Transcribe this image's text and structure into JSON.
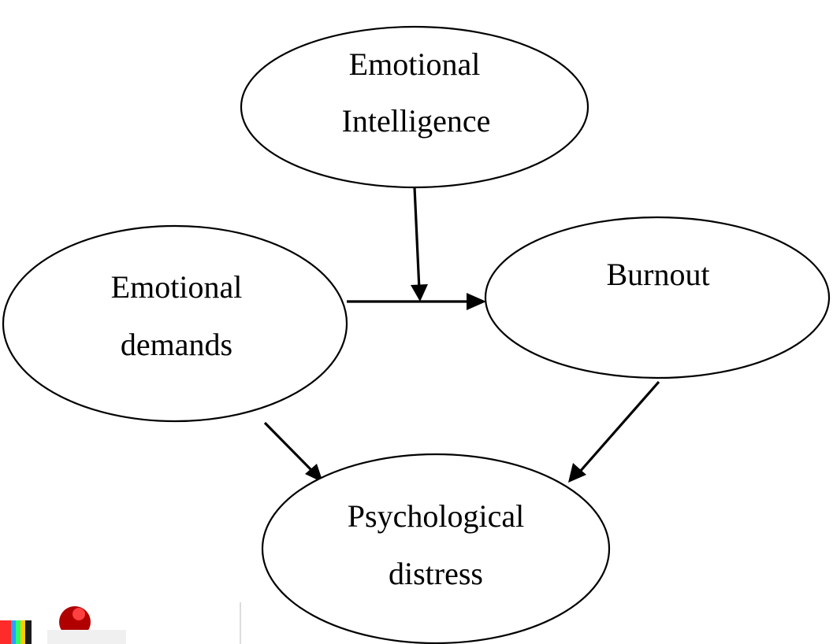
{
  "nodes": {
    "emotional_intelligence": {
      "lines": [
        "Emotional",
        "Intelligence"
      ]
    },
    "emotional_demands": {
      "lines": [
        "Emotional",
        "demands"
      ]
    },
    "burnout": {
      "lines": [
        "Burnout"
      ]
    },
    "psychological_distress": {
      "lines": [
        "Psychological",
        "distress"
      ]
    }
  },
  "edges": [
    {
      "from": "emotional_demands",
      "to": "burnout"
    },
    {
      "from": "emotional_intelligence",
      "to": "emotional_demands->burnout",
      "type": "moderation"
    },
    {
      "from": "emotional_demands",
      "to": "psychological_distress"
    },
    {
      "from": "burnout",
      "to": "psychological_distress"
    }
  ],
  "colors": {
    "stroke": "#000000",
    "fill": "#ffffff",
    "background": "#ffffff"
  },
  "decorations": [
    "partial-logo-image"
  ]
}
